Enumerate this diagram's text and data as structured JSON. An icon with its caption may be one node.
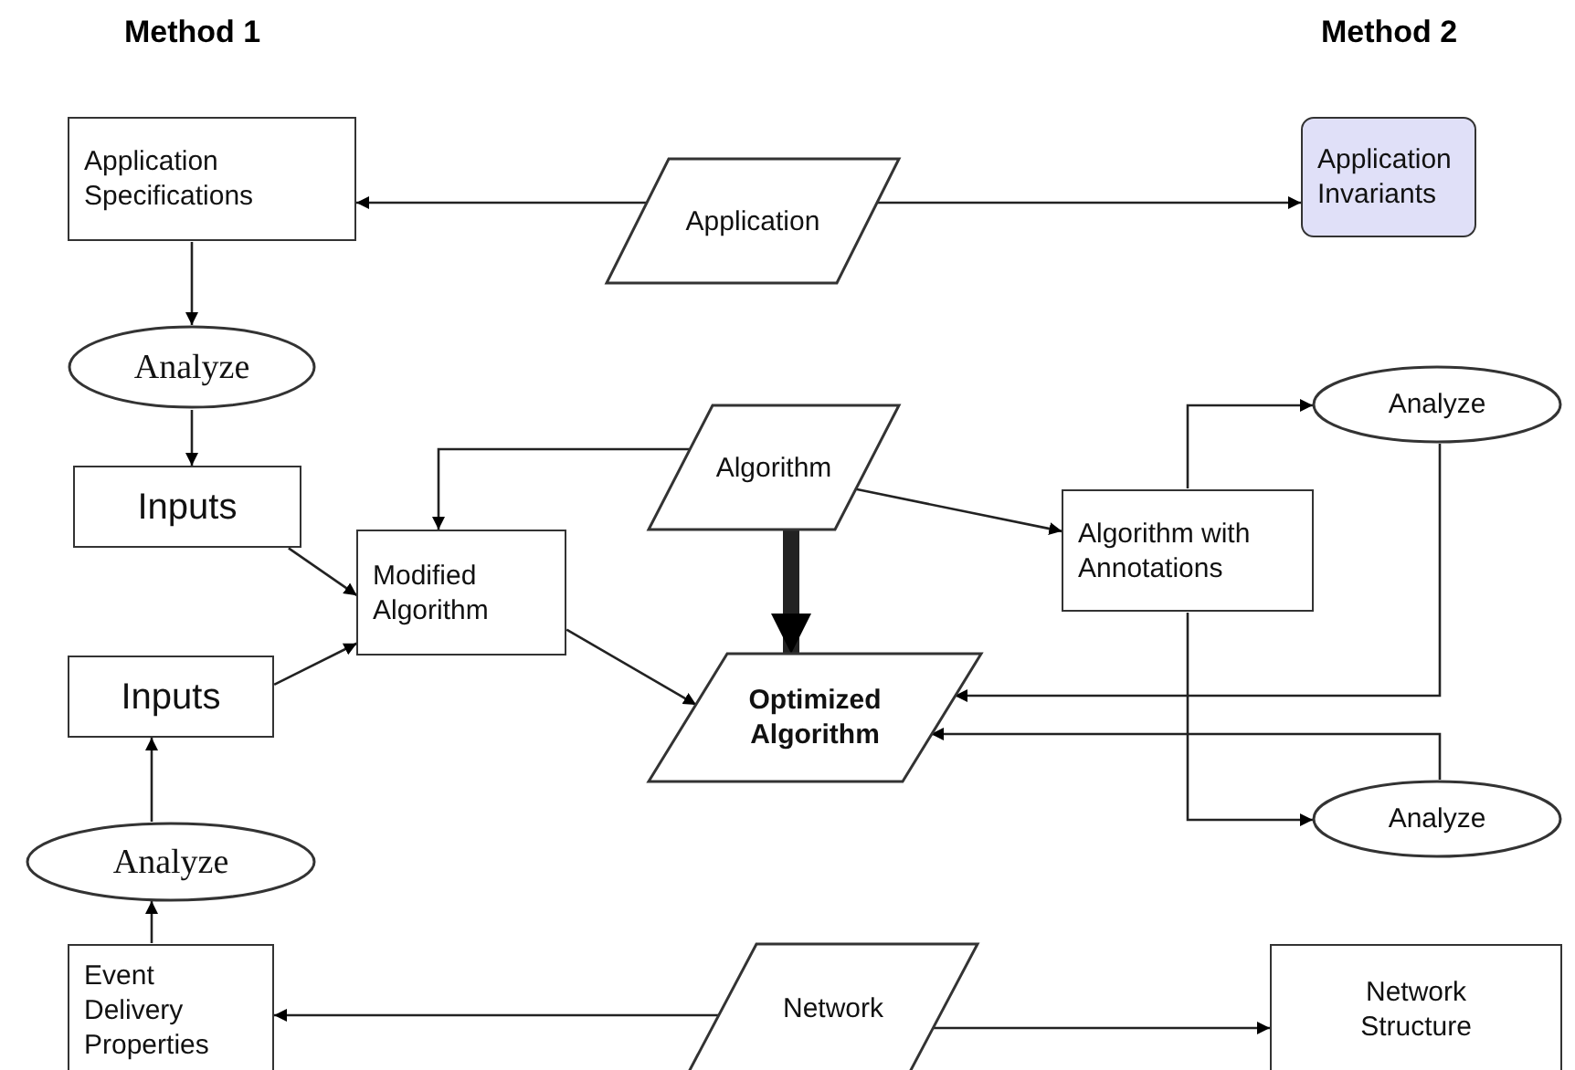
{
  "diagram": {
    "nodes": [
      {
        "text": [
          "Application Specifications"
        ]
      },
      {
        "text": [
          "Application"
        ]
      },
      {
        "text": [
          "Application Invariants"
        ]
      },
      {
        "text": [
          "Analyze"
        ]
      },
      {
        "text": [
          "Analyze"
        ]
      },
      {
        "text": [
          "Inputs"
        ]
      },
      {
        "text": [
          "Algorithm"
        ]
      },
      {
        "text": [
          "Modified Algorithm"
        ]
      },
      {
        "text": [
          "Algorithm with Annotations"
        ]
      },
      {
        "text": [
          "Inputs"
        ]
      },
      {
        "text": [
          "Optimized Algorithm"
        ]
      },
      {
        "text": [
          "Analyze"
        ]
      },
      {
        "text": [
          "Analyze"
        ]
      },
      {
        "text": [
          "Event Delivery Properties"
        ]
      },
      {
        "text": [
          "Network"
        ]
      },
      {
        "text": [
          "Network Structure"
        ]
      }
    ],
    "edges": [
      {
        "from": 1,
        "to": 0,
        "arrow": "to"
      },
      {
        "from": 1,
        "to": 2,
        "arrow": "to"
      },
      {
        "from": 0,
        "to": 3,
        "arrow": "to"
      },
      {
        "from": 3,
        "to": 5,
        "arrow": "to"
      },
      {
        "from": 6,
        "to": 7,
        "arrow": "to"
      },
      {
        "from": 6,
        "to": 10,
        "arrow": "to",
        "style": "thick"
      },
      {
        "from": 6,
        "to": 8,
        "arrow": "to"
      },
      {
        "from": 8,
        "to": 4,
        "arrow": "to"
      },
      {
        "from": 8,
        "to": 12,
        "arrow": "to"
      },
      {
        "from": 4,
        "to": 10,
        "arrow": "to"
      },
      {
        "from": 12,
        "to": 10,
        "arrow": "to"
      },
      {
        "from": 5,
        "to": 7,
        "arrow": "to"
      },
      {
        "from": 9,
        "to": 7,
        "arrow": "to"
      },
      {
        "from": 7,
        "to": 10,
        "arrow": "to"
      },
      {
        "from": 11,
        "to": 9,
        "arrow": "to"
      },
      {
        "from": 13,
        "to": 11,
        "arrow": "to"
      },
      {
        "from": 14,
        "to": 13,
        "arrow": "to"
      },
      {
        "from": 14,
        "to": 15,
        "arrow": "to"
      }
    ],
    "labels": [
      "Method 1",
      "Method 2"
    ]
  }
}
